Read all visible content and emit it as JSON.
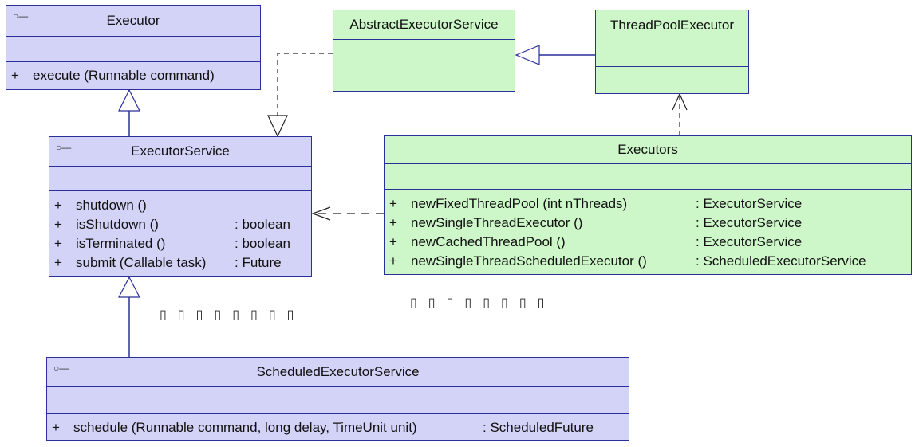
{
  "classes": {
    "executor": {
      "name": "Executor",
      "ops": [
        {
          "vis": "+",
          "name": "execute (Runnable command)",
          "ret": ""
        }
      ]
    },
    "abstract_executor_service": {
      "name": "AbstractExecutorService"
    },
    "thread_pool_executor": {
      "name": "ThreadPoolExecutor"
    },
    "executor_service": {
      "name": "ExecutorService",
      "ops": [
        {
          "vis": "+",
          "name": "shutdown ()",
          "ret": ""
        },
        {
          "vis": "+",
          "name": "isShutdown ()",
          "ret": ": boolean"
        },
        {
          "vis": "+",
          "name": "isTerminated ()",
          "ret": ": boolean"
        },
        {
          "vis": "+",
          "name": "submit (Callable task)",
          "ret": ": Future"
        }
      ]
    },
    "executors": {
      "name": "Executors",
      "ops": [
        {
          "vis": "+",
          "name": "newFixedThreadPool (int nThreads)",
          "ret": ": ExecutorService"
        },
        {
          "vis": "+",
          "name": "newSingleThreadExecutor ()",
          "ret": ": ExecutorService"
        },
        {
          "vis": "+",
          "name": "newCachedThreadPool ()",
          "ret": ": ExecutorService"
        },
        {
          "vis": "+",
          "name": "newSingleThreadScheduledExecutor ()",
          "ret": ": ScheduledExecutorService"
        }
      ]
    },
    "scheduled_executor_service": {
      "name": "ScheduledExecutorService",
      "ops": [
        {
          "vis": "+",
          "name": "schedule (Runnable command, long delay, TimeUnit unit)",
          "ret": ": ScheduledFuture"
        }
      ]
    }
  },
  "interface_icon": "○—",
  "garbled_note_left": "▯▯▯▯▯▯▯▯",
  "garbled_note_right": "▯▯▯▯▯▯▯▯",
  "colors": {
    "interface_fill": "#d3d3f7",
    "class_fill": "#cdf7c8",
    "border": "#2a2f9a"
  }
}
